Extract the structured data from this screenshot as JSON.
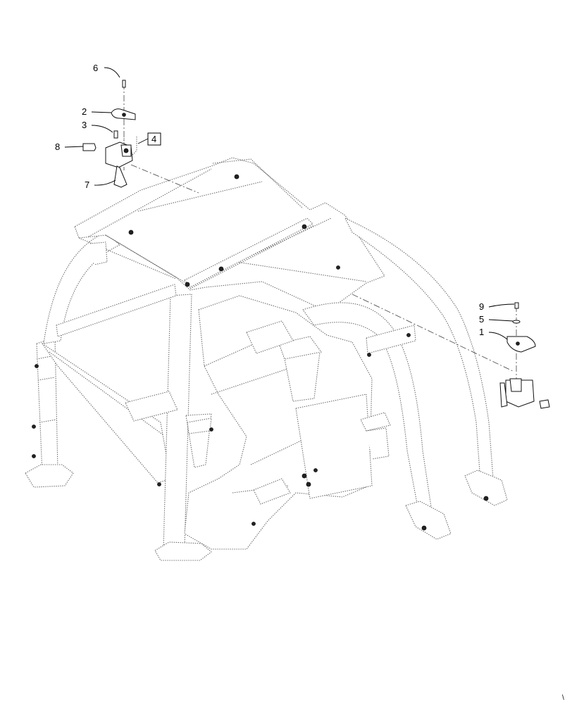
{
  "callouts": {
    "c1": "1",
    "c2": "2",
    "c3": "3",
    "c4": "4",
    "c5": "5",
    "c6": "6",
    "c7": "7",
    "c8": "8",
    "c9": "9"
  },
  "footer_mark": "\\"
}
